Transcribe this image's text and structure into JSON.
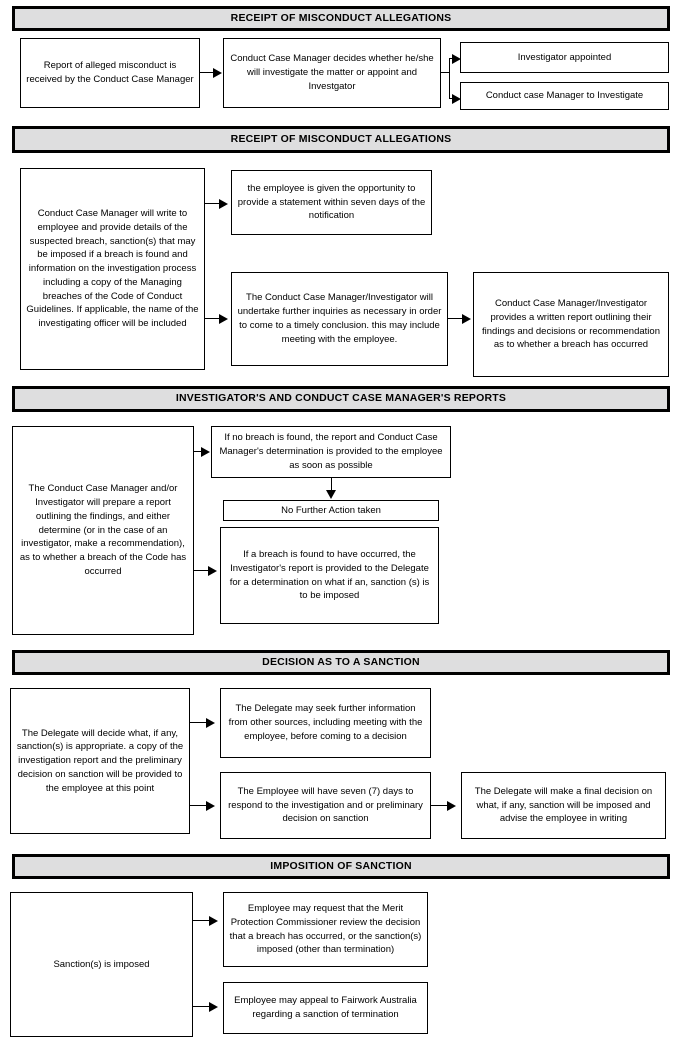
{
  "document": {
    "title": "Misconduct / Code of Conduct Breach Process Flowchart"
  },
  "sections": [
    {
      "id": "receipt-1",
      "heading": "RECEIPT OF MISCONDUCT ALLEGATIONS",
      "boxes": [
        {
          "id": "s1b1",
          "text": "Report of alleged misconduct is received by the Conduct Case Manager"
        },
        {
          "id": "s1b2",
          "text": "Conduct Case Manager decides whether he/she will investigate the matter or appoint and Investgator"
        },
        {
          "id": "s1b3",
          "text": "Investigator appointed"
        },
        {
          "id": "s1b4",
          "text": "Conduct case Manager to Investigate"
        }
      ]
    },
    {
      "id": "receipt-2",
      "heading": "RECEIPT OF MISCONDUCT ALLEGATIONS",
      "boxes": [
        {
          "id": "s2b1",
          "text": "Conduct Case Manager will write to employee and provide details of the suspected breach, sanction(s) that may be imposed if a breach is found and information on the investigation process including a copy of the Managing breaches of the Code of Conduct Guidelines. If applicable, the name of the investigating officer will be included"
        },
        {
          "id": "s2b2",
          "text": "the employee is given the opportunity to provide a statement within seven days of the notification"
        },
        {
          "id": "s2b3",
          "text": "The Conduct Case Manager/Investigator will undertake further inquiries as necessary in order to come to a timely conclusion. this may include meeting with the employee."
        },
        {
          "id": "s2b4",
          "text": "Conduct Case Manager/Investigator provides a written report outlining their findings and decisions or recommendation as to whether a breach has occurred"
        }
      ]
    },
    {
      "id": "reports",
      "heading": "INVESTIGATOR'S AND CONDUCT CASE MANAGER'S REPORTS",
      "boxes": [
        {
          "id": "s3b1",
          "text": "The Conduct Case Manager and/or Investigator will prepare a report outlining the findings, and either determine (or in the case of an investigator, make a recommendation), as to whether a breach of the Code has occurred"
        },
        {
          "id": "s3b2",
          "text": "If no breach is found, the report and Conduct Case Manager's determination is provided to the employee as soon as possible"
        },
        {
          "id": "s3b3",
          "text": "No Further Action taken"
        },
        {
          "id": "s3b4",
          "text": "If a breach is found to have occurred, the Investigator's report is provided to the Delegate for a determination on what if an, sanction (s) is to be imposed"
        }
      ]
    },
    {
      "id": "sanction-decision",
      "heading": "DECISION AS TO A SANCTION",
      "boxes": [
        {
          "id": "s4b1",
          "text": "The Delegate will decide what, if any, sanction(s) is appropriate. a copy of the investigation report and the preliminary decision on sanction will be provided to the employee at this point"
        },
        {
          "id": "s4b2",
          "text": "The Delegate may seek further information from other sources, including meeting with the employee, before coming to a decision"
        },
        {
          "id": "s4b3",
          "text": "The Employee will have seven (7) days to respond to the investigation and or preliminary decision on sanction"
        },
        {
          "id": "s4b4",
          "text": "The Delegate will make a final decision on what, if any, sanction will be imposed and advise the employee in writing"
        }
      ]
    },
    {
      "id": "sanction-imposition",
      "heading": "IMPOSITION OF SANCTION",
      "boxes": [
        {
          "id": "s5b1",
          "text": "Sanction(s) is imposed"
        },
        {
          "id": "s5b2",
          "text": "Employee may request that the Merit Protection Commissioner review the decision that a breach has occurred, or the sanction(s) imposed (other than termination)"
        },
        {
          "id": "s5b3",
          "text": "Employee may appeal to Fairwork Australia regarding a sanction of termination"
        }
      ]
    }
  ],
  "colors": {
    "banner_fill": "#dededf",
    "line": "#000000",
    "box_fill": "#ffffff",
    "text": "#000000"
  }
}
